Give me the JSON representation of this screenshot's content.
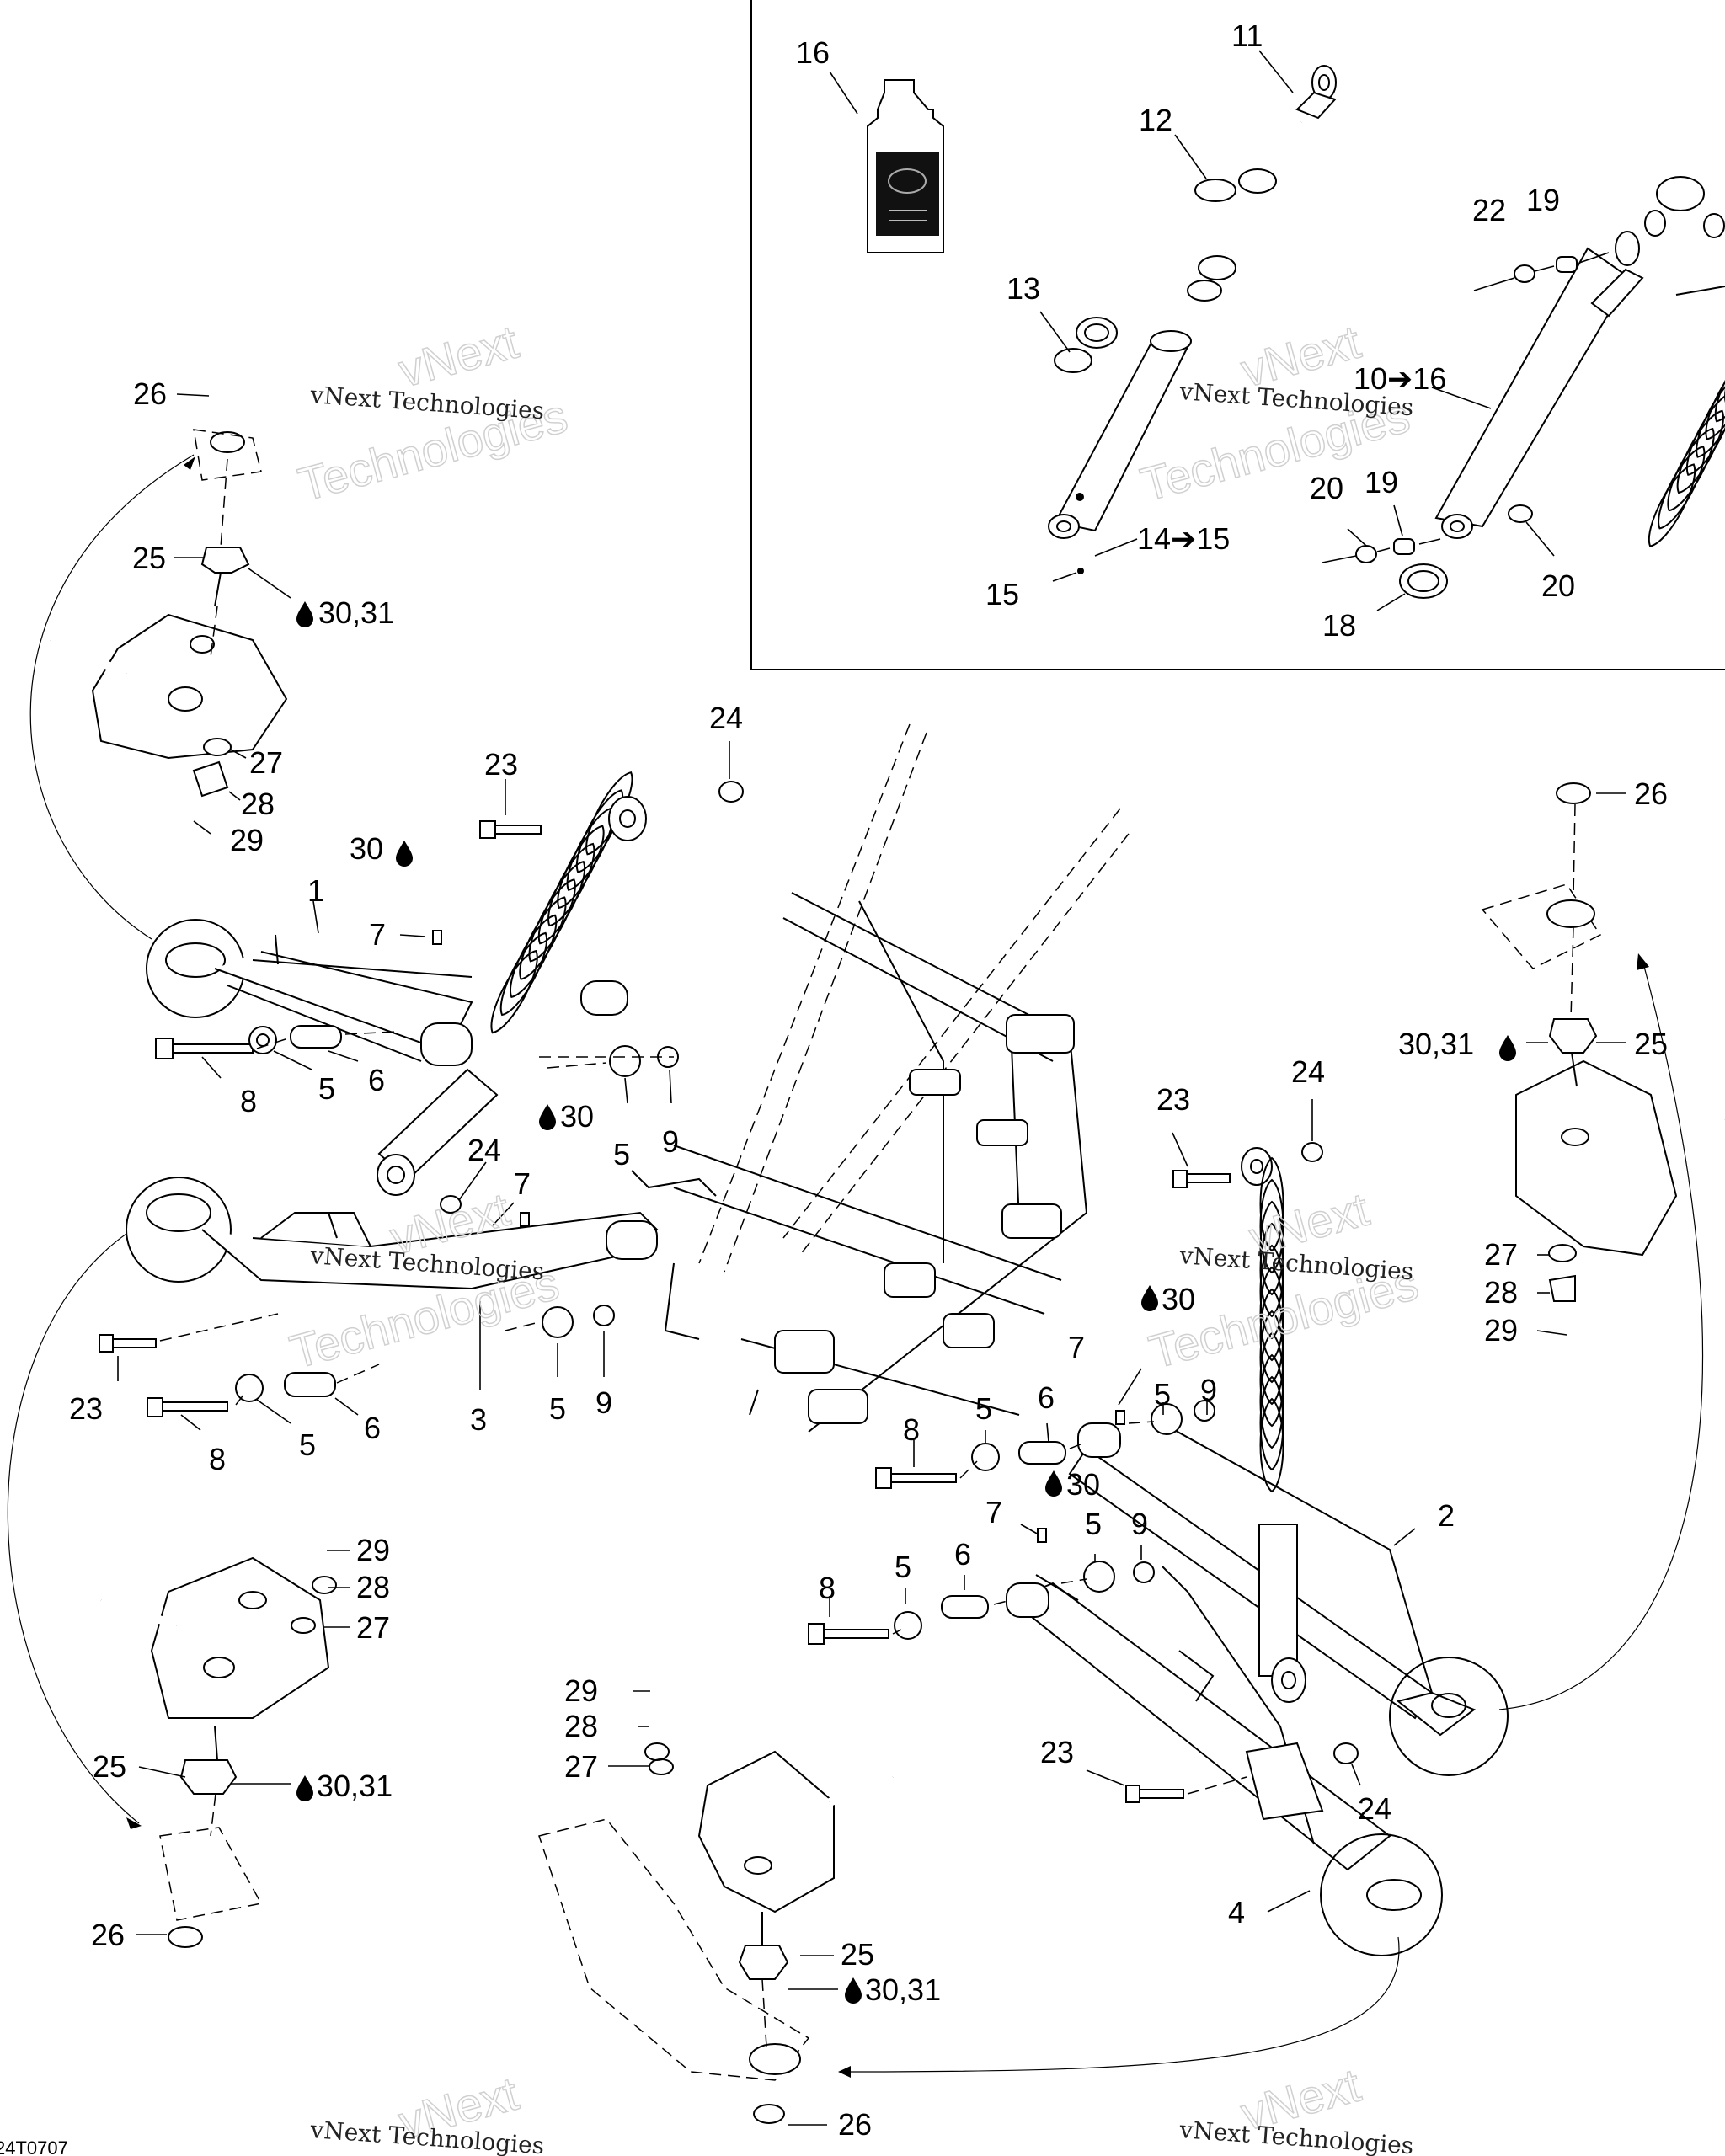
{
  "watermark": {
    "line1": "vNext",
    "line2": "vNext Technologies",
    "line3": "Technologies"
  },
  "figure_code": "24T0707",
  "inset": {
    "labels": {
      "l16": "16",
      "l11": "11",
      "l12": "12",
      "l13": "13",
      "l22": "22",
      "l19a": "19",
      "l10_16": "10➔16",
      "l20a": "20",
      "l19b": "19",
      "l14_15": "14➔15",
      "l15": "15",
      "l18": "18",
      "l20b": "20"
    }
  },
  "labels": {
    "l26_tl": "26",
    "l25_tl": "25",
    "l30_31_tl": "30,31",
    "l27_tl": "27",
    "l28_tl": "28",
    "l29_tl": "29",
    "l1": "1",
    "l7_a": "7",
    "l30_a": "30",
    "l23_a": "23",
    "l24_a": "24",
    "l8_a": "8",
    "l5_a": "5",
    "l6_a": "6",
    "l30_b": "30",
    "l5_b": "5",
    "l9_a": "9",
    "l24_b": "24",
    "l7_b": "7",
    "l23_b": "23",
    "l8_b": "8",
    "l5_c": "5",
    "l6_b": "6",
    "l3": "3",
    "l5_d": "5",
    "l9_b": "9",
    "l29_bl": "29",
    "l28_bl": "28",
    "l27_bl": "27",
    "l25_bl": "25",
    "l30_31_bl": "30,31",
    "l26_bl": "26",
    "l23_c": "23",
    "l24_c": "24",
    "l30_c": "30",
    "l7_c": "7",
    "l5_e": "5",
    "l9_c": "9",
    "l8_c": "8",
    "l5_f": "5",
    "l6_c": "6",
    "l2": "2",
    "l30_d": "30",
    "l7_d": "7",
    "l5_g": "5",
    "l9_d": "9",
    "l8_d": "8",
    "l5_h": "5",
    "l6_d": "6",
    "l23_d": "23",
    "l24_d": "24",
    "l4": "4",
    "l29_bm": "29",
    "l28_bm": "28",
    "l27_bm": "27",
    "l25_bm": "25",
    "l30_31_bm": "30,31",
    "l26_bm": "26",
    "l26_r": "26",
    "l30_31_r": "30,31",
    "l25_r": "25",
    "l27_r": "27",
    "l28_r": "28",
    "l29_r": "29"
  }
}
